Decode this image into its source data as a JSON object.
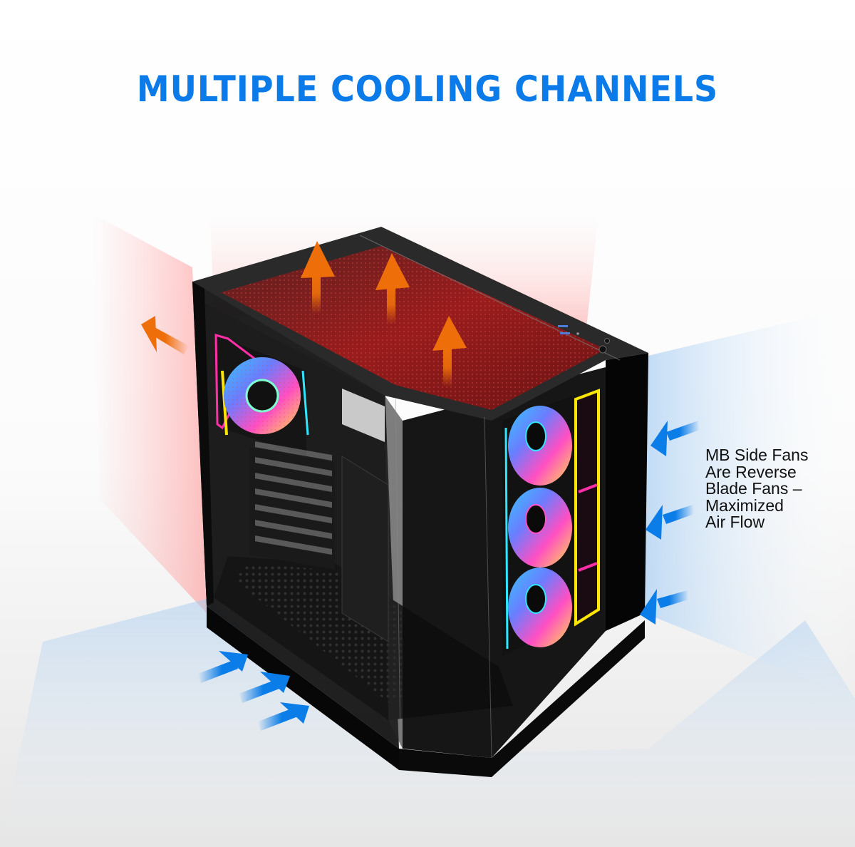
{
  "headline": "MULTIPLE COOLING CHANNELS",
  "annotation": {
    "lines": [
      "MB Side Fans",
      "Are Reverse",
      "Blade Fans –",
      "Maximized",
      "Air Flow"
    ],
    "text": "MB Side Fans\nAre Reverse\nBlade Fans –\nMaximized\nAir Flow"
  },
  "airflow": {
    "exhaust_color": "#ee6f0a",
    "intake_color": "#0b7de8",
    "exhaust_zone_color": "#ffb3b3",
    "intake_zone_color": "#9cc7f0",
    "exhaust_arrows": [
      {
        "id": "top-1",
        "direction": "up"
      },
      {
        "id": "top-2",
        "direction": "up"
      },
      {
        "id": "top-3",
        "direction": "up"
      },
      {
        "id": "rear",
        "direction": "up-left"
      }
    ],
    "intake_arrows": [
      {
        "id": "side-1",
        "direction": "down-left"
      },
      {
        "id": "side-2",
        "direction": "down-left"
      },
      {
        "id": "side-3",
        "direction": "down-left"
      },
      {
        "id": "bottom-1",
        "direction": "up-right"
      },
      {
        "id": "bottom-2",
        "direction": "up-right"
      },
      {
        "id": "bottom-3",
        "direction": "up-right"
      }
    ]
  },
  "product": {
    "type": "pc-case",
    "rear_fans": 1,
    "side_fans": 3,
    "pci_slots": 7,
    "accent_colors": [
      "#ff2fa8",
      "#ffe600",
      "#2ee6ff",
      "#8a4dff"
    ]
  },
  "colors": {
    "brand_blue": "#0a7be8",
    "case_black": "#0b0b0b",
    "top_panel_red": "#8a1a1a"
  }
}
